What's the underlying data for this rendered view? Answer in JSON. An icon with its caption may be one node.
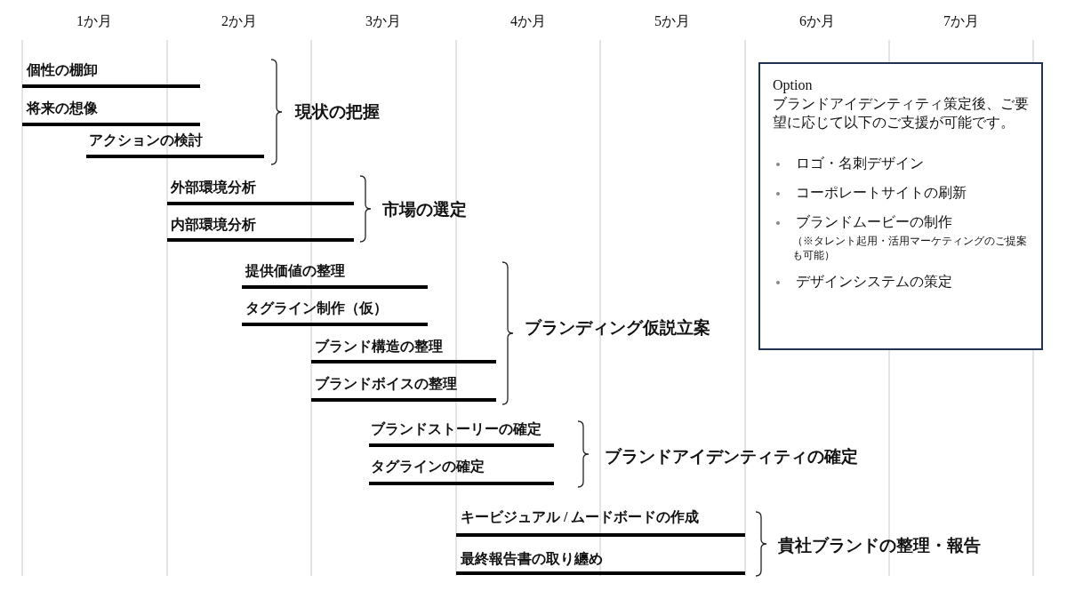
{
  "diagram": {
    "nodes": [
      {
        "text": [
          "Option",
          "ブランドアイデンティティ策定後、ご要望に応じて以下のご支援が可能です。",
          "ロゴ・名刺デザイン",
          "コーポレートサイトの刷新",
          "ブランドムービーの制作",
          "（※タレント起用・活用マーケティングのご提案も可能）",
          "デザインシステムの策定"
        ]
      }
    ],
    "labels": [
      "1か月",
      "2か月",
      "3か月",
      "4か月",
      "5か月",
      "6か月",
      "7か月",
      "個性の棚卸",
      "将来の想像",
      "現状の把握",
      "アクションの検討",
      "外部環境分析",
      "市場の選定",
      "内部環境分析",
      "提供価値の整理",
      "タグライン制作（仮）",
      "ブランディング仮説立案",
      "ブランド構造の整理",
      "ブランドボイスの整理",
      "ブランドストーリーの確定",
      "ブランドアイデンティティの確定",
      "タグラインの確定",
      "キービジュアル / ムードボードの作成",
      "貴社ブランドの整理・報告",
      "最終報告書の取り纏め"
    ]
  }
}
